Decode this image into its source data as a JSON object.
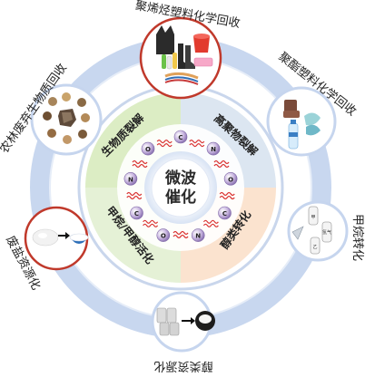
{
  "center": {
    "line1": "微波",
    "line2": "催化"
  },
  "sectors": [
    {
      "label": "生物质裂解",
      "color": "#dcedc4"
    },
    {
      "label": "高聚物裂解",
      "color": "#dce6f1"
    },
    {
      "label": "醇类转化",
      "color": "#fbe3cf"
    },
    {
      "label": "甲烷/甲醇活化",
      "color": "#e5f1d6"
    }
  ],
  "outer_labels": [
    {
      "id": "top",
      "text": "聚烯烃塑料化学回收"
    },
    {
      "id": "upper-right",
      "text": "聚酯塑料化学回收"
    },
    {
      "id": "right",
      "text": "甲烷转化"
    },
    {
      "id": "bottom",
      "text": "醇类资源化"
    },
    {
      "id": "lower-left",
      "text": "废盐资源化"
    },
    {
      "id": "upper-left",
      "text": "农林废弃生物质回收"
    }
  ],
  "icons": {
    "gas_tags": [
      "甲",
      "乙",
      "氢气"
    ],
    "catalyst_letters": [
      "C",
      "N",
      "O"
    ]
  },
  "colors": {
    "ring": "#b9cbe8",
    "ring_dark": "#9fb6de",
    "highlight_border": "#c0392b",
    "wave": "#d9302f",
    "ball": "#b49ccf"
  }
}
